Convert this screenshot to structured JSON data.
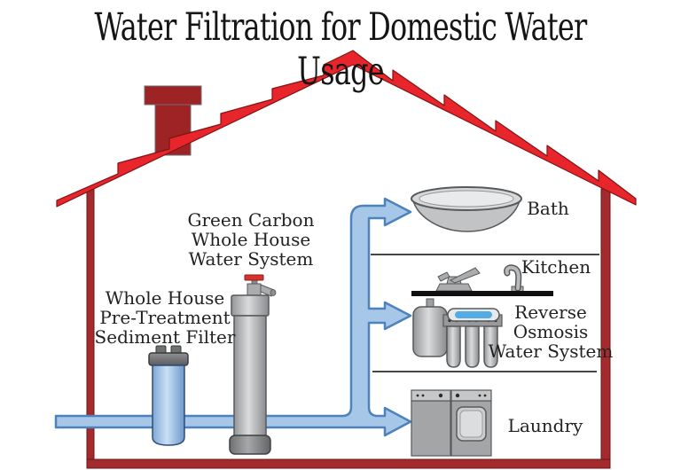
{
  "title": "Water Filtration for Domestic Water Usage",
  "house": {
    "filters": {
      "carbon": {
        "label": "Green Carbon\nWhole House\nWater System"
      },
      "sediment": {
        "label": "Whole House\nPre-Treatment\nSediment Filter"
      }
    },
    "fixtures": {
      "bath": {
        "label": "Bath"
      },
      "kitchen": {
        "label": "Kitchen"
      },
      "reverse_osmosis": {
        "label": "Reverse\nOsmosis\nWater System"
      },
      "laundry": {
        "label": "Laundry"
      }
    }
  },
  "icons": {
    "bathtub-icon": "gray oval tub svg shape",
    "kitchen-faucet-icon": "countertop with two faucets svg shape",
    "reverse-osmosis-icon": "tank, membrane tube and three cartridges svg shape",
    "washer-dryer-icon": "washing machine and dryer svg shape",
    "carbon-tank-icon": "tall gray tank with red valve svg shape",
    "sediment-filter-icon": "blue cartridge filter with gray cap svg shape",
    "water-pipe-arrow-icon": "blue pipe with right arrows svg shape",
    "house-roof-icon": "red stepped shingle roof svg shape",
    "chimney-icon": "dark red chimney svg shape"
  },
  "colors": {
    "roof_red": "#E8252A",
    "wall_red": "#A42B2D",
    "chimney_red": "#9E2325",
    "pipe_fill": "#A6C7E8",
    "pipe_stroke": "#4D82BC",
    "filter_blue": "#9FC1E8",
    "appliance_gray": "#ABACAE",
    "counter_black": "#101010",
    "text": "#222222"
  }
}
